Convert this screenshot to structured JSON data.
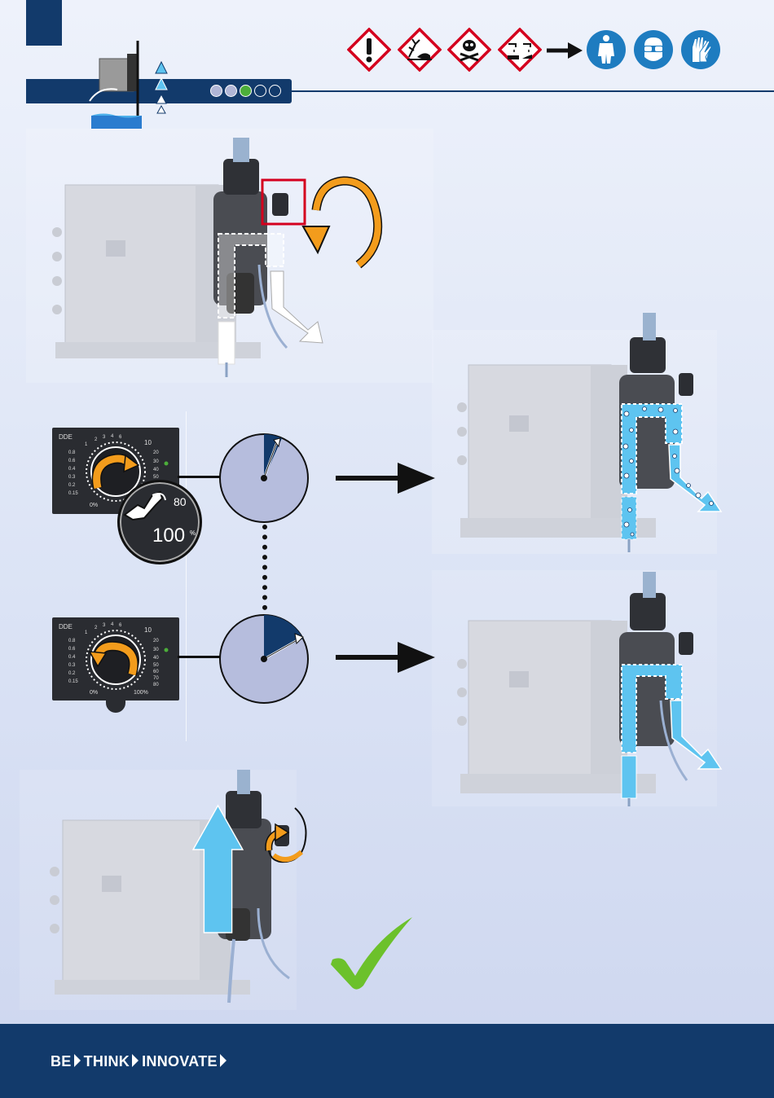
{
  "footer": {
    "slogan": [
      "BE",
      "THINK",
      "INNOVATE"
    ]
  },
  "header": {
    "step_indicator": {
      "total_steps": 5,
      "current_step": 3
    },
    "hazard_icons": [
      "exclamation-hazard-icon",
      "environment-hazard-icon",
      "toxic-skull-hazard-icon",
      "corrosive-hazard-icon"
    ],
    "protective_equipment_icons": [
      "protective-suit-icon",
      "safety-goggles-icon",
      "protective-gloves-icon"
    ]
  },
  "dials": {
    "brand": "DDE",
    "scale_numbers": [
      "1",
      "2",
      "3",
      "4",
      "6",
      "10",
      "20",
      "30",
      "40",
      "50",
      "60",
      "70",
      "80",
      "100"
    ],
    "inner_numbers": [
      "0.8",
      "0.6",
      "0.4",
      "0.3",
      "0.2",
      "0.15"
    ],
    "min_label": "0%",
    "max_label": "100%",
    "zoom_small_value": "80",
    "zoom_large_value": "100",
    "zoom_unit": "%"
  },
  "steps": [
    {
      "name": "open-deaeration-valve",
      "rotation": "counterclockwise",
      "outcome": "liquid-drains"
    },
    {
      "name": "set-stroke-length-100",
      "outcome": "air-bubbles-expelled"
    },
    {
      "name": "set-stroke-length-to-operating-value",
      "outcome": "bubble-free-liquid"
    },
    {
      "name": "close-deaeration-valve",
      "rotation": "clockwise",
      "outcome": "liquid-pumped-to-discharge"
    }
  ],
  "colors": {
    "brand_navy": "#123a6b",
    "arrow_orange": "#f39c1c",
    "liquid_blue": "#5ec4f0",
    "hazard_red": "#d4001e",
    "ppe_blue": "#1e7cc0",
    "check_green": "#6cc12b",
    "current_step_green": "#4cae3a",
    "gauge_fill": "#b6bddd",
    "gauge_sector": "#123a6b"
  }
}
